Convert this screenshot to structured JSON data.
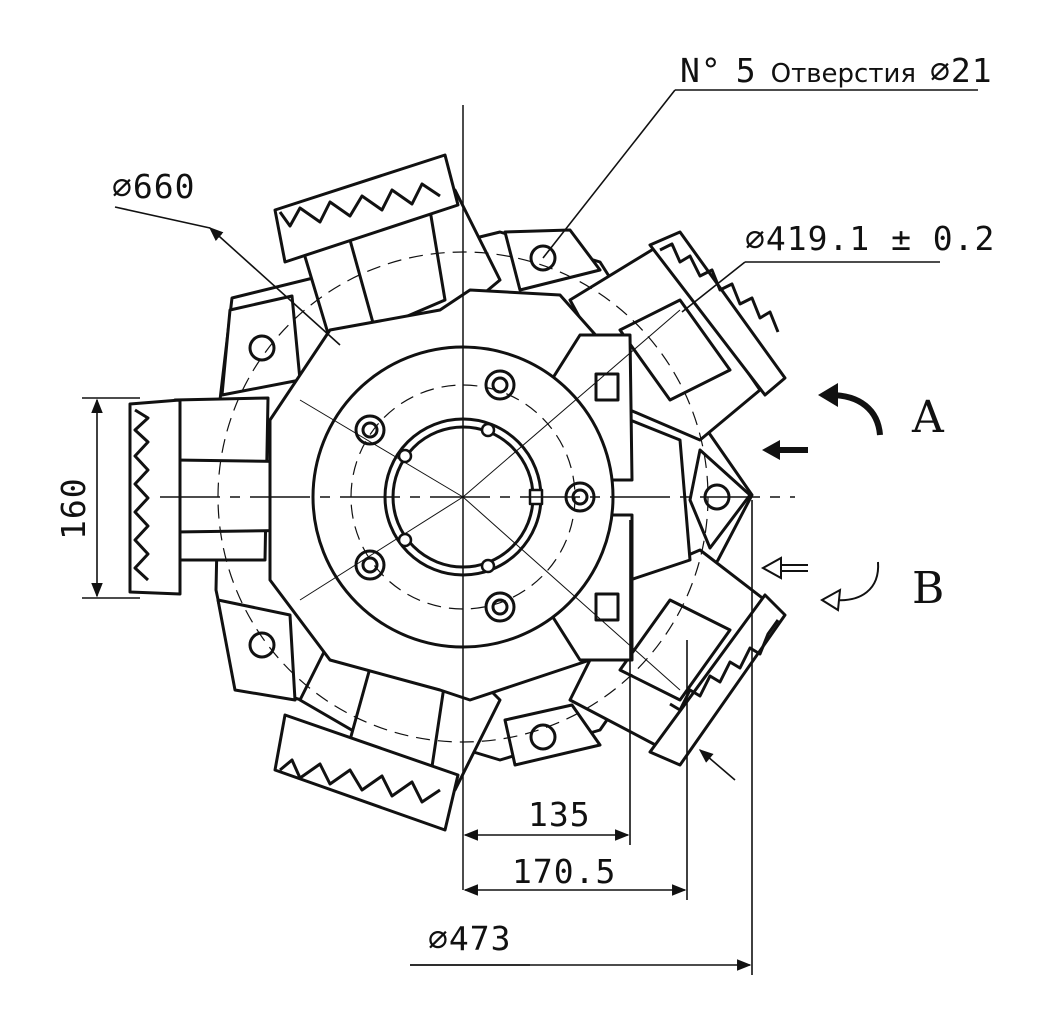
{
  "callout": {
    "number_prefix": "N°",
    "count": "5",
    "word": "Отверстия",
    "diameter": "∅21"
  },
  "dimensions": {
    "outer_diameter": "∅660",
    "bolt_circle": "∅419.1 ± 0.2",
    "height": "160",
    "offset_135": "135",
    "offset_170": "170.5",
    "body_diameter": "∅473"
  },
  "ports": {
    "a": "A",
    "b": "B"
  },
  "colors": {
    "line": "#111111",
    "hatch": "#bdbdbd",
    "background": "#ffffff"
  }
}
